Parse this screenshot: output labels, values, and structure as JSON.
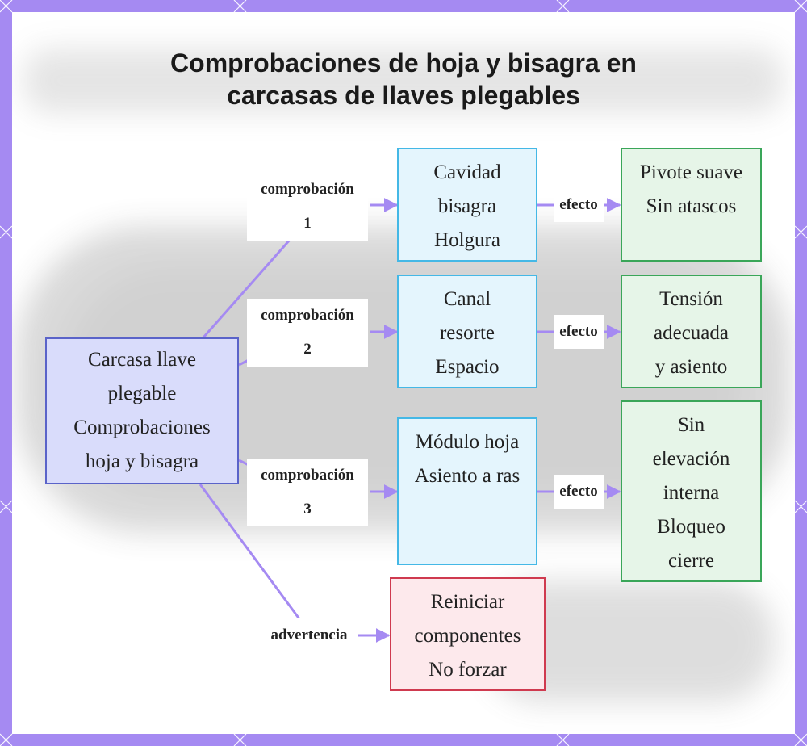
{
  "title": {
    "line1": "Comprobaciones de hoja y bisagra en",
    "line2": "carcasas de llaves plegables"
  },
  "root": {
    "lines": [
      "Carcasa llave",
      "plegable",
      "Comprobaciones",
      "hoja y bisagra"
    ]
  },
  "branches": [
    {
      "label": [
        "comprobación",
        "1"
      ],
      "check": [
        "Cavidad",
        "bisagra",
        "Holgura"
      ],
      "effect_label": "efecto",
      "result": [
        "Pivote suave",
        "Sin atascos"
      ]
    },
    {
      "label": [
        "comprobación",
        "2"
      ],
      "check": [
        "Canal",
        "resorte",
        "Espacio"
      ],
      "effect_label": "efecto",
      "result": [
        "Tensión",
        "adecuada",
        "y asiento"
      ]
    },
    {
      "label": [
        "comprobación",
        "3"
      ],
      "check": [
        "Módulo hoja",
        "Asiento a ras"
      ],
      "effect_label": "efecto",
      "result": [
        "Sin",
        "elevación",
        "interna",
        "Bloqueo",
        "cierre"
      ]
    }
  ],
  "warning": {
    "label": "advertencia",
    "box": [
      "Reiniciar",
      "componentes",
      "No forzar"
    ]
  },
  "colors": {
    "frame": "#a58af2",
    "edge": "#a58af2",
    "root_fill": "#d9dcfb",
    "root_border": "#5a63c9",
    "check_fill": "#e4f5fd",
    "check_border": "#44b8e6",
    "result_fill": "#e6f5e8",
    "result_border": "#3aa659",
    "warning_fill": "#fde9ec",
    "warning_border": "#cf3a4f"
  }
}
